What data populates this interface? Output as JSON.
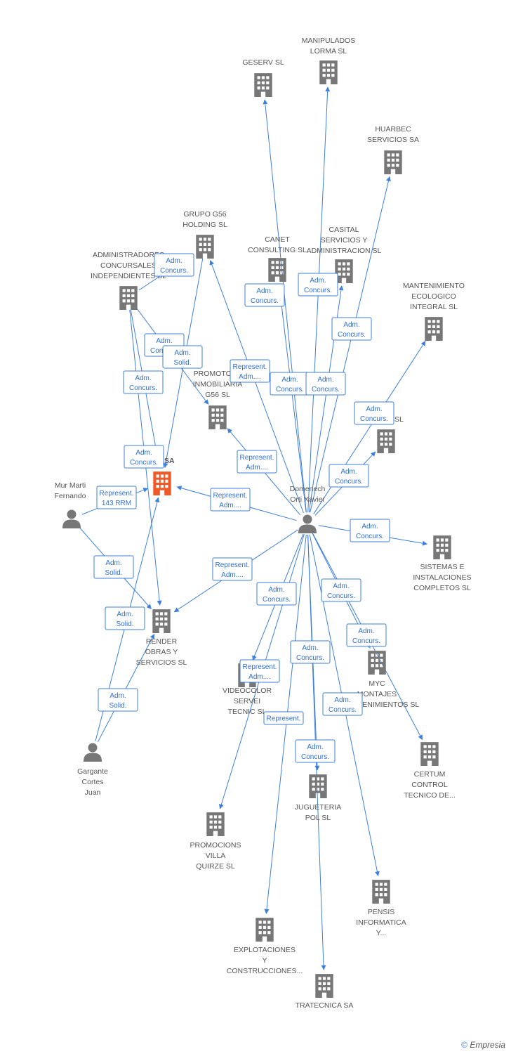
{
  "colors": {
    "edge": "#3d7fdc",
    "company": "#777777",
    "focus": "#f05a28",
    "person": "#777777"
  },
  "nodes": [
    {
      "id": "geserv",
      "type": "company",
      "label": [
        "GESERV SL"
      ]
    },
    {
      "id": "manipulados",
      "type": "company",
      "label": [
        "MANIPULADOS",
        "LORMA SL"
      ]
    },
    {
      "id": "huarbec",
      "type": "company",
      "label": [
        "HUARBEC",
        "SERVICIOS SA"
      ]
    },
    {
      "id": "grupog56",
      "type": "company",
      "label": [
        "GRUPO G56",
        "HOLDING SL"
      ]
    },
    {
      "id": "canet",
      "type": "company",
      "label": [
        "CANET",
        "CONSULTING SL"
      ]
    },
    {
      "id": "casital",
      "type": "company",
      "label": [
        "CASITAL",
        "SERVICIOS Y",
        "ADMINISTRACION SL"
      ]
    },
    {
      "id": "adminconc",
      "type": "company",
      "label": [
        "ADMINISTRADORES",
        "CONCURSALES",
        "INDEPENDIENTES SL"
      ]
    },
    {
      "id": "mantenimiento",
      "type": "company",
      "label": [
        "MANTENIMIENTO",
        "ECOLOGICO",
        "INTEGRAL SL"
      ]
    },
    {
      "id": "promotora",
      "type": "company",
      "label": [
        "PROMOTORA",
        "INMOBILIARIA",
        "G56 SL"
      ]
    },
    {
      "id": "hidden",
      "type": "company",
      "label": [
        "SL"
      ]
    },
    {
      "id": "focus",
      "type": "focus",
      "label": [
        "SA"
      ]
    },
    {
      "id": "murmarti",
      "type": "person",
      "label": [
        "Mur Marti",
        "Fernando"
      ]
    },
    {
      "id": "domenech",
      "type": "person",
      "label": [
        "Domenech",
        "Orti Xavier"
      ]
    },
    {
      "id": "sistemas",
      "type": "company",
      "label": [
        "SISTEMAS E",
        "INSTALACIONES",
        "COMPLETOS SL"
      ]
    },
    {
      "id": "render",
      "type": "company",
      "label": [
        "RENDER",
        "OBRAS Y",
        "SERVICIOS  SL"
      ]
    },
    {
      "id": "videocolor",
      "type": "company",
      "label": [
        "VIDEOCOLOR",
        "SERVEI",
        "TECNIC SL"
      ]
    },
    {
      "id": "myc",
      "type": "company",
      "label": [
        "MYC",
        "MONTAJES",
        "Y MANTENIMIENTOS SL"
      ]
    },
    {
      "id": "gargante",
      "type": "person",
      "label": [
        "Gargante",
        "Cortes",
        "Juan"
      ]
    },
    {
      "id": "certum",
      "type": "company",
      "label": [
        "CERTUM",
        "CONTROL",
        "TECNICO DE..."
      ]
    },
    {
      "id": "jugueteria",
      "type": "company",
      "label": [
        "JUGUETERIA",
        "POL SL"
      ]
    },
    {
      "id": "promocions",
      "type": "company",
      "label": [
        "PROMOCIONS",
        "VILLA",
        "QUIRZE SL"
      ]
    },
    {
      "id": "pensis",
      "type": "company",
      "label": [
        "PENSIS",
        "INFORMATICA",
        "Y..."
      ]
    },
    {
      "id": "explotaciones",
      "type": "company",
      "label": [
        "EXPLOTACIONES",
        "Y",
        "CONSTRUCCIONES..."
      ]
    },
    {
      "id": "tratecnica",
      "type": "company",
      "label": [
        "TRATECNICA SA"
      ]
    }
  ],
  "edges": [
    {
      "from": "domenech",
      "to": "geserv",
      "label": [
        "Adm.",
        "Concurs."
      ]
    },
    {
      "from": "domenech",
      "to": "manipulados",
      "label": [
        "Adm.",
        "Concurs."
      ]
    },
    {
      "from": "domenech",
      "to": "huarbec",
      "label": [
        "Adm.",
        "Concurs."
      ]
    },
    {
      "from": "domenech",
      "to": "grupog56",
      "label": [
        "Represent.",
        "Adm...."
      ]
    },
    {
      "from": "domenech",
      "to": "canet",
      "label": [
        "Adm.",
        "Concurs."
      ]
    },
    {
      "from": "domenech",
      "to": "casital",
      "label": [
        "Adm.",
        "Concurs."
      ]
    },
    {
      "from": "domenech",
      "to": "mantenimiento",
      "label": [
        "Adm.",
        "Concurs."
      ]
    },
    {
      "from": "domenech",
      "to": "promotora",
      "label": [
        "Represent.",
        "Adm...."
      ]
    },
    {
      "from": "domenech",
      "to": "hidden",
      "label": [
        "Adm.",
        "Concurs."
      ]
    },
    {
      "from": "domenech",
      "to": "focus",
      "label": [
        "Represent.",
        "Adm...."
      ]
    },
    {
      "from": "domenech",
      "to": "sistemas",
      "label": [
        "Adm.",
        "Concurs."
      ]
    },
    {
      "from": "domenech",
      "to": "render",
      "label": [
        "Represent.",
        "Adm...."
      ]
    },
    {
      "from": "domenech",
      "to": "videocolor",
      "label": [
        "Adm.",
        "Concurs."
      ]
    },
    {
      "from": "domenech",
      "to": "myc",
      "label": [
        "Adm.",
        "Concurs."
      ]
    },
    {
      "from": "domenech",
      "to": "certum",
      "label": [
        "Adm.",
        "Concurs."
      ]
    },
    {
      "from": "domenech",
      "to": "jugueteria",
      "label": [
        "Adm.",
        "Concurs."
      ]
    },
    {
      "from": "domenech",
      "to": "promocions",
      "label": [
        "Represent.",
        "Adm...."
      ]
    },
    {
      "from": "domenech",
      "to": "pensis",
      "label": [
        "Adm.",
        "Concurs."
      ]
    },
    {
      "from": "domenech",
      "to": "explotaciones",
      "label": [
        "Adm.",
        "Concurs."
      ]
    },
    {
      "from": "domenech",
      "to": "tratecnica",
      "label": [
        "Represent."
      ]
    },
    {
      "from": "adminconc",
      "to": "grupog56",
      "label": [
        "Adm.",
        "Concurs."
      ]
    },
    {
      "from": "adminconc",
      "to": "promotora",
      "label": [
        "Adm.",
        "Concurs."
      ]
    },
    {
      "from": "adminconc",
      "to": "focus",
      "label": [
        "Adm.",
        "Concurs."
      ]
    },
    {
      "from": "adminconc",
      "to": "render",
      "label": [
        "Adm.",
        "Concurs."
      ]
    },
    {
      "from": "grupog56",
      "to": "focus",
      "label": [
        "Adm.",
        "Solid."
      ]
    },
    {
      "from": "murmarti",
      "to": "focus",
      "label": [
        "Represent.",
        "143 RRM"
      ]
    },
    {
      "from": "murmarti",
      "to": "render",
      "label": [
        "Adm.",
        "Solid."
      ]
    },
    {
      "from": "gargante",
      "to": "focus",
      "label": [
        "Adm.",
        "Solid."
      ]
    },
    {
      "from": "gargante",
      "to": "render",
      "label": [
        "Adm.",
        "Solid."
      ]
    }
  ],
  "footer": {
    "symbol": "©",
    "brand": "Empresia"
  }
}
